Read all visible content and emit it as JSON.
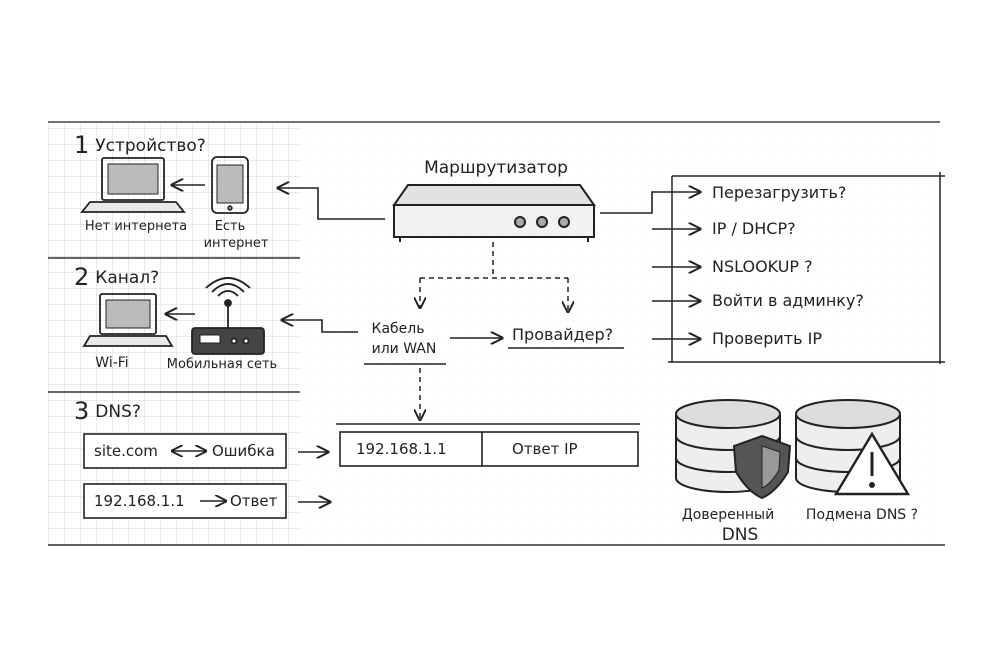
{
  "sections": [
    {
      "number": "1",
      "title": "Устройство?"
    },
    {
      "number": "2",
      "title": "Канал?"
    },
    {
      "number": "3",
      "title": "DNS?"
    }
  ],
  "devices": {
    "laptop_no_internet": "Нет интернета",
    "phone_has_internet_line1": "Есть",
    "phone_has_internet_line2": "интернет",
    "laptop_wifi": "Wi-Fi",
    "mobile_network": "Мобильная сеть"
  },
  "router": {
    "title": "Маршрутизатор"
  },
  "channel": {
    "cable_line1": "Кабель",
    "cable_line2": "или WAN",
    "provider": "Провайдер?"
  },
  "options": [
    "Перезагрузить?",
    "IP / DHCP?",
    "NSLOOKUP ?",
    "Войти в админку?",
    "Проверить IP"
  ],
  "dns": {
    "query_box": {
      "left": "site.com",
      "right": "Ошибка"
    },
    "ip_box": {
      "left": "192.168.1.1",
      "right": "Ответ"
    },
    "answer_table": {
      "ip": "192.168.1.1",
      "label": "Ответ IP"
    },
    "trusted_line1": "Доверенный",
    "trusted_line2": "DNS",
    "spoof": "Подмена DNS ?"
  }
}
